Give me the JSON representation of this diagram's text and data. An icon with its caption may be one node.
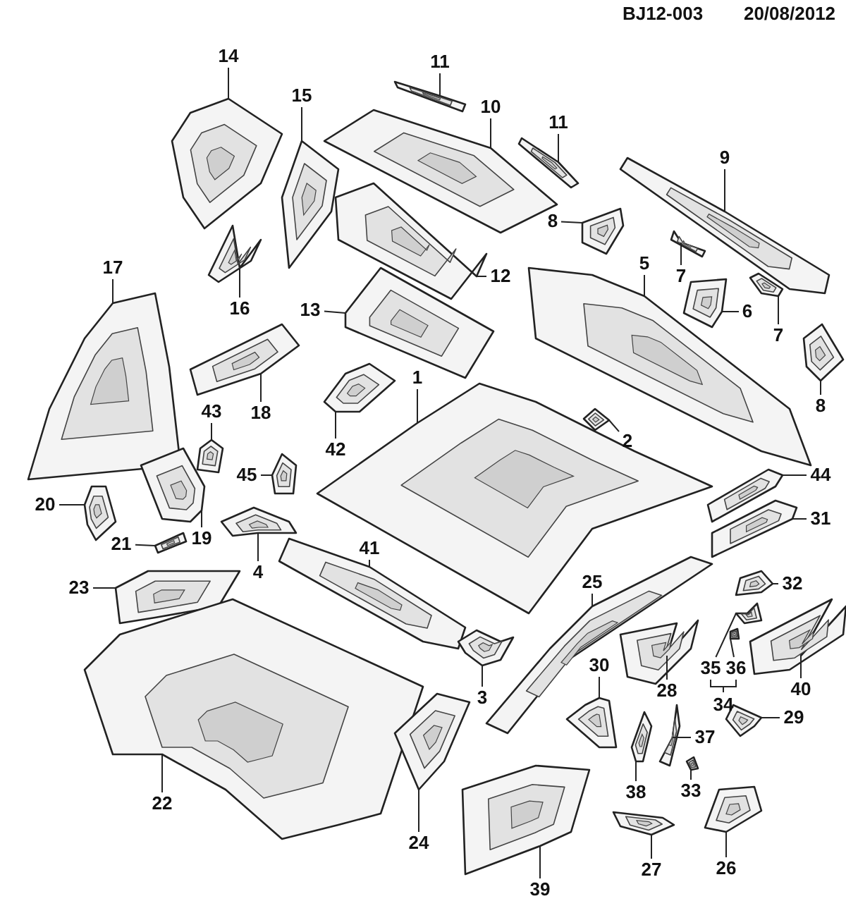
{
  "diagram": {
    "nodes": [
      {
        "text": [
          "11"
        ]
      },
      {
        "text": [],
        "shape": "picture"
      },
      {
        "text": [
          "14"
        ]
      },
      {
        "text": [],
        "shape": "picture"
      },
      {
        "text": [
          "10"
        ]
      },
      {
        "text": [],
        "shape": "picture"
      },
      {
        "text": [
          "15"
        ]
      },
      {
        "text": [],
        "shape": "picture"
      },
      {
        "text": [
          "11"
        ]
      },
      {
        "text": [],
        "shape": "picture"
      },
      {
        "text": [
          "9"
        ]
      },
      {
        "text": [],
        "shape": "picture"
      },
      {
        "text": [
          "8"
        ]
      },
      {
        "text": [],
        "shape": "picture"
      },
      {
        "text": [
          "17"
        ]
      },
      {
        "text": [],
        "shape": "picture"
      },
      {
        "text": [
          "16"
        ]
      },
      {
        "text": [],
        "shape": "picture"
      },
      {
        "text": [
          "12"
        ]
      },
      {
        "text": [],
        "shape": "picture"
      },
      {
        "text": [
          "7"
        ]
      },
      {
        "text": [],
        "shape": "picture"
      },
      {
        "text": [
          "5"
        ]
      },
      {
        "text": [],
        "shape": "picture"
      },
      {
        "text": [
          "6"
        ]
      },
      {
        "text": [],
        "shape": "picture"
      },
      {
        "text": [
          "7"
        ]
      },
      {
        "text": [],
        "shape": "picture"
      },
      {
        "text": [
          "13"
        ]
      },
      {
        "text": [],
        "shape": "picture"
      },
      {
        "text": [
          "8"
        ]
      },
      {
        "text": [],
        "shape": "picture"
      },
      {
        "text": [
          "18"
        ]
      },
      {
        "text": [],
        "shape": "picture"
      },
      {
        "text": [
          "1"
        ]
      },
      {
        "text": [],
        "shape": "picture"
      },
      {
        "text": [
          "43"
        ]
      },
      {
        "text": [],
        "shape": "picture"
      },
      {
        "text": [
          "42"
        ]
      },
      {
        "text": [],
        "shape": "picture"
      },
      {
        "text": [
          "2"
        ]
      },
      {
        "text": [],
        "shape": "picture"
      },
      {
        "text": [
          "45"
        ]
      },
      {
        "text": [],
        "shape": "picture"
      },
      {
        "text": [
          "20"
        ]
      },
      {
        "text": [],
        "shape": "picture"
      },
      {
        "text": [
          "44"
        ]
      },
      {
        "text": [],
        "shape": "picture"
      },
      {
        "text": [
          "19"
        ]
      },
      {
        "text": [],
        "shape": "picture"
      },
      {
        "text": [
          "4"
        ]
      },
      {
        "text": [],
        "shape": "picture"
      },
      {
        "text": [
          "31"
        ]
      },
      {
        "text": [],
        "shape": "picture"
      },
      {
        "text": [
          "21"
        ]
      },
      {
        "text": [],
        "shape": "picture"
      },
      {
        "text": [
          "41"
        ]
      },
      {
        "text": [],
        "shape": "picture"
      },
      {
        "text": [
          "32"
        ]
      },
      {
        "text": [],
        "shape": "picture"
      },
      {
        "text": [
          "23"
        ]
      },
      {
        "text": [],
        "shape": "picture"
      },
      {
        "text": [
          "25"
        ]
      },
      {
        "text": [],
        "shape": "picture"
      },
      {
        "text": [
          "35"
        ]
      },
      {
        "text": [],
        "shape": "picture"
      },
      {
        "text": [
          "36"
        ]
      },
      {
        "text": [],
        "shape": "picture"
      },
      {
        "text": [
          "28"
        ]
      },
      {
        "text": [],
        "shape": "picture"
      },
      {
        "text": [
          "40"
        ]
      },
      {
        "text": [],
        "shape": "picture"
      },
      {
        "text": [
          "30"
        ]
      },
      {
        "text": [],
        "shape": "picture"
      },
      {
        "text": [
          "22"
        ]
      },
      {
        "text": [],
        "shape": "picture"
      },
      {
        "text": [
          "3"
        ]
      },
      {
        "text": [],
        "shape": "picture"
      },
      {
        "text": [
          "37"
        ]
      },
      {
        "text": [],
        "shape": "picture"
      },
      {
        "text": [
          "29"
        ]
      },
      {
        "text": [],
        "shape": "picture"
      },
      {
        "text": [
          "24"
        ]
      },
      {
        "text": [],
        "shape": "picture"
      },
      {
        "text": [
          "38"
        ]
      },
      {
        "text": [],
        "shape": "picture"
      },
      {
        "text": [
          "33"
        ]
      },
      {
        "text": [],
        "shape": "picture"
      },
      {
        "text": [
          "39"
        ]
      },
      {
        "text": [],
        "shape": "picture"
      },
      {
        "text": [
          "27"
        ]
      },
      {
        "text": [],
        "shape": "picture"
      },
      {
        "text": [
          "26"
        ]
      },
      {
        "text": [],
        "shape": "picture"
      }
    ],
    "edges": [
      {
        "from": 0,
        "to": 1,
        "arrow": "none"
      },
      {
        "from": 2,
        "to": 3,
        "arrow": "none"
      },
      {
        "from": 4,
        "to": 5,
        "arrow": "none"
      },
      {
        "from": 6,
        "to": 7,
        "arrow": "none"
      },
      {
        "from": 8,
        "to": 9,
        "arrow": "none"
      },
      {
        "from": 10,
        "to": 11,
        "arrow": "none"
      },
      {
        "from": 12,
        "to": 13,
        "arrow": "none"
      },
      {
        "from": 14,
        "to": 15,
        "arrow": "none"
      },
      {
        "from": 16,
        "to": 17,
        "arrow": "none"
      },
      {
        "from": 18,
        "to": 19,
        "arrow": "none"
      },
      {
        "from": 20,
        "to": 21,
        "arrow": "none"
      },
      {
        "from": 22,
        "to": 23,
        "arrow": "none"
      },
      {
        "from": 24,
        "to": 25,
        "arrow": "none"
      },
      {
        "from": 26,
        "to": 27,
        "arrow": "none"
      },
      {
        "from": 28,
        "to": 29,
        "arrow": "none"
      },
      {
        "from": 30,
        "to": 31,
        "arrow": "none"
      },
      {
        "from": 32,
        "to": 33,
        "arrow": "none"
      },
      {
        "from": 34,
        "to": 35,
        "arrow": "none"
      },
      {
        "from": 36,
        "to": 37,
        "arrow": "none"
      },
      {
        "from": 38,
        "to": 39,
        "arrow": "none"
      },
      {
        "from": 40,
        "to": 41,
        "arrow": "none"
      },
      {
        "from": 42,
        "to": 43,
        "arrow": "none"
      },
      {
        "from": 44,
        "to": 45,
        "arrow": "none"
      },
      {
        "from": 46,
        "to": 47,
        "arrow": "none"
      },
      {
        "from": 48,
        "to": 49,
        "arrow": "none"
      },
      {
        "from": 50,
        "to": 51,
        "arrow": "none"
      },
      {
        "from": 52,
        "to": 53,
        "arrow": "none"
      },
      {
        "from": 54,
        "to": 55,
        "arrow": "none"
      },
      {
        "from": 56,
        "to": 57,
        "arrow": "none"
      },
      {
        "from": 58,
        "to": 59,
        "arrow": "none"
      },
      {
        "from": 60,
        "to": 61,
        "arrow": "none"
      },
      {
        "from": 62,
        "to": 63,
        "arrow": "none"
      },
      {
        "from": 64,
        "to": 65,
        "arrow": "none"
      },
      {
        "from": 66,
        "to": 67,
        "arrow": "none"
      },
      {
        "from": 68,
        "to": 69,
        "arrow": "none"
      },
      {
        "from": 70,
        "to": 71,
        "arrow": "none"
      },
      {
        "from": 72,
        "to": 73,
        "arrow": "none"
      },
      {
        "from": 74,
        "to": 75,
        "arrow": "none"
      },
      {
        "from": 76,
        "to": 77,
        "arrow": "none"
      },
      {
        "from": 78,
        "to": 79,
        "arrow": "none"
      },
      {
        "from": 80,
        "to": 81,
        "arrow": "none"
      },
      {
        "from": 82,
        "to": 83,
        "arrow": "none"
      },
      {
        "from": 84,
        "to": 85,
        "arrow": "none"
      },
      {
        "from": 86,
        "to": 87,
        "arrow": "none"
      },
      {
        "from": 88,
        "to": 89,
        "arrow": "none"
      },
      {
        "from": 90,
        "to": 91,
        "arrow": "none"
      },
      {
        "from": 92,
        "to": 93,
        "arrow": "none"
      }
    ],
    "labels": [
      "BJ12-003",
      "20/08/2012",
      "34"
    ]
  }
}
